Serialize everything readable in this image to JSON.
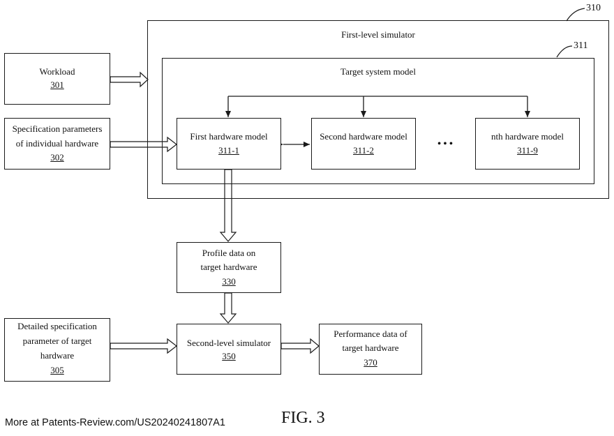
{
  "workload": {
    "label": "Workload",
    "ref": "301"
  },
  "spec_params": {
    "line1": "Specification parameters",
    "line2": "of individual hardware",
    "ref": "302"
  },
  "detailed_spec": {
    "line1": "Detailed specification",
    "line2": "parameter of target",
    "line3": "hardware",
    "ref": "305"
  },
  "first_level": {
    "label": "First-level simulator",
    "ref": "310"
  },
  "target_system": {
    "label": "Target system model",
    "ref": "311"
  },
  "hw1": {
    "label": "First hardware model",
    "ref": "311-1"
  },
  "hw2": {
    "label": "Second hardware model",
    "ref": "311-2"
  },
  "hwn": {
    "label": "nth hardware model",
    "ref": "311-9"
  },
  "ellipsis": "• • •",
  "profile": {
    "line1": "Profile data on",
    "line2": "target hardware",
    "ref": "330"
  },
  "second_level": {
    "label": "Second-level simulator",
    "ref": "350"
  },
  "performance": {
    "line1": "Performance data of",
    "line2": "target hardware",
    "ref": "370"
  },
  "figure_label": "FIG. 3",
  "footer": "More at Patents-Review.com/US20240241807A1"
}
